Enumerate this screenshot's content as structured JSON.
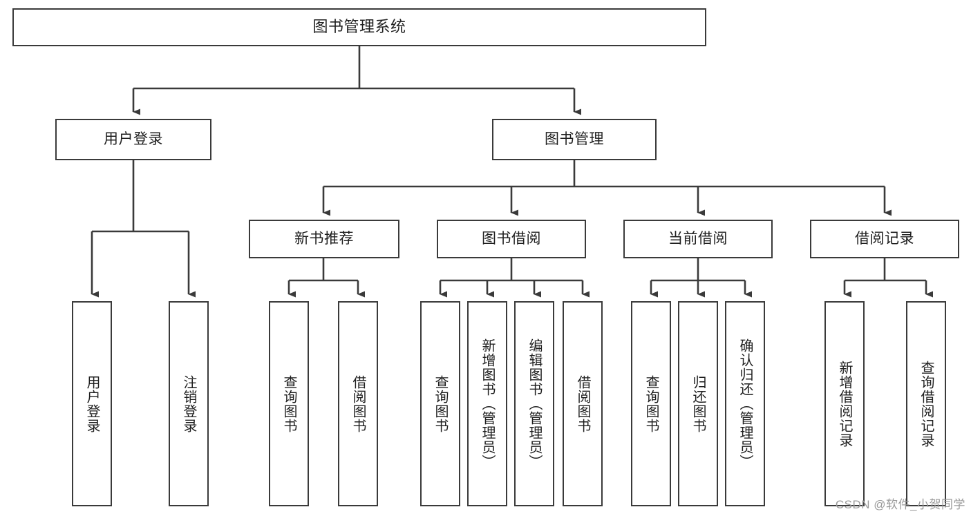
{
  "diagram": {
    "title": "图书管理系统",
    "type": "tree-hierarchy-diagram",
    "watermark": "CSDN @软件_小贺同学",
    "colors": {
      "background": "#ffffff",
      "box_border": "#3a3a3a",
      "box_fill": "#ffffff",
      "text": "#1f1f1f",
      "edge": "#3a3a3a",
      "watermark": "#9a9a9a"
    },
    "nodes": {
      "root": {
        "label": "图书管理系统"
      },
      "level2": [
        {
          "id": "user-login",
          "label": "用户登录"
        },
        {
          "id": "book-management",
          "label": "图书管理"
        }
      ],
      "level3": [
        {
          "id": "new-book-recommend",
          "label": "新书推荐"
        },
        {
          "id": "book-borrow",
          "label": "图书借阅"
        },
        {
          "id": "current-borrow",
          "label": "当前借阅"
        },
        {
          "id": "borrow-record",
          "label": "借阅记录"
        }
      ],
      "leaves": {
        "user_login": [
          {
            "id": "leaf-user-login",
            "label": "用户登录"
          },
          {
            "id": "leaf-logout-login",
            "label": "注销登录"
          }
        ],
        "new_book_recommend": [
          {
            "id": "leaf-query-book-1",
            "label": "查询图书"
          },
          {
            "id": "leaf-borrow-book-1",
            "label": "借阅图书"
          }
        ],
        "book_borrow": [
          {
            "id": "leaf-query-book-2",
            "label": "查询图书"
          },
          {
            "id": "leaf-add-book",
            "label": "新增图书（管理员）"
          },
          {
            "id": "leaf-edit-book",
            "label": "编辑图书（管理员）"
          },
          {
            "id": "leaf-borrow-book-2",
            "label": "借阅图书"
          }
        ],
        "current_borrow": [
          {
            "id": "leaf-query-book-3",
            "label": "查询图书"
          },
          {
            "id": "leaf-return-book",
            "label": "归还图书"
          },
          {
            "id": "leaf-confirm-return",
            "label": "确认归还（管理员）"
          }
        ],
        "borrow_record": [
          {
            "id": "leaf-add-borrow-record",
            "label": "新增借阅记录"
          },
          {
            "id": "leaf-query-borrow-record",
            "label": "查询借阅记录"
          }
        ]
      }
    }
  }
}
